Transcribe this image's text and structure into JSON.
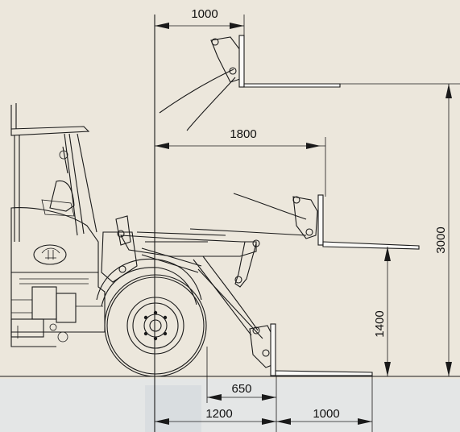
{
  "dimensions": {
    "top_reach": "1000",
    "mid_reach": "1800",
    "max_height": "3000",
    "mid_height": "1400",
    "ground_reach": "650",
    "front_offset": "1200",
    "fork_length": "1000"
  },
  "colors": {
    "background": "#ece7dc",
    "line": "#1a1a1a",
    "floor_tint": "#dfe6ee"
  },
  "icons": {
    "logo": "brand-logo-icon"
  }
}
